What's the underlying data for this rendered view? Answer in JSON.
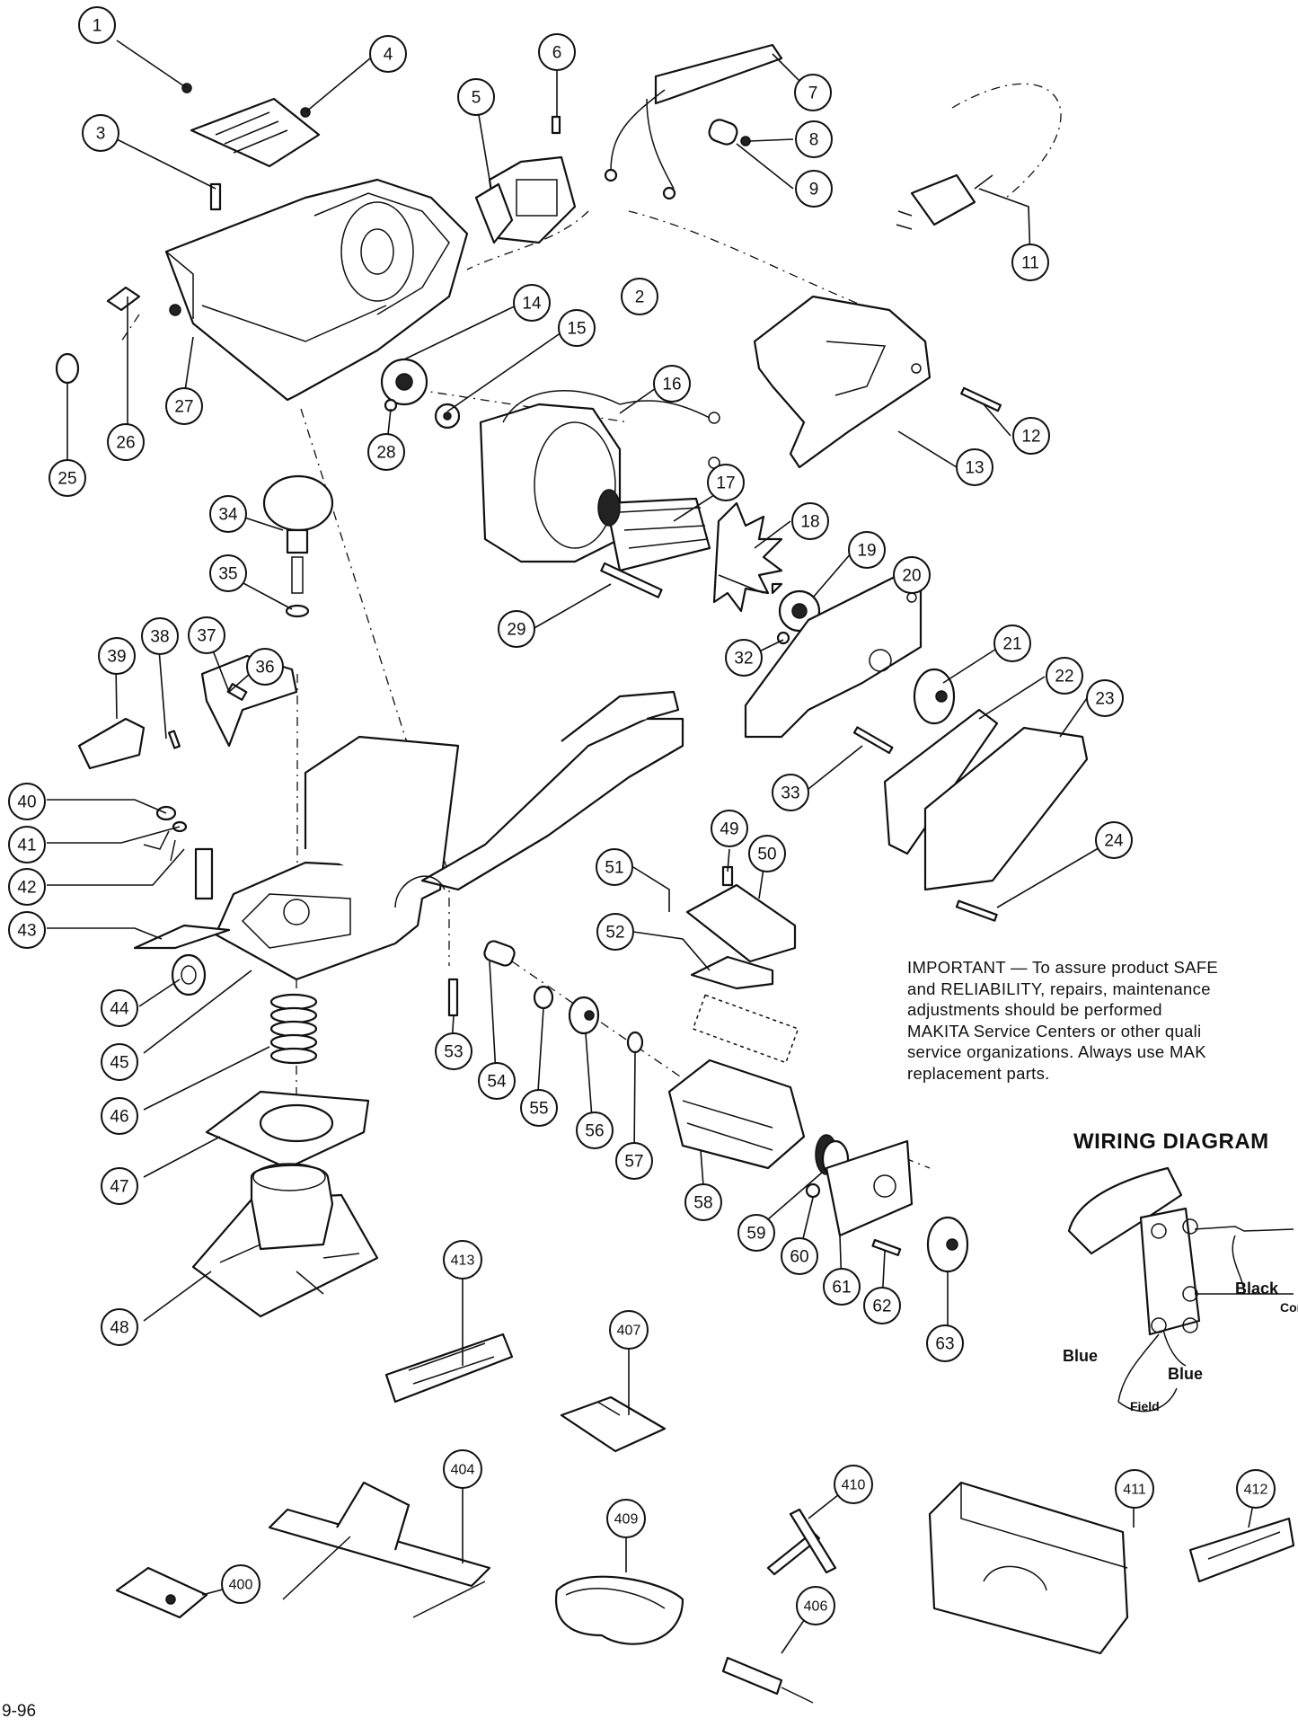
{
  "diagram": {
    "callouts": [
      "1",
      "2",
      "3",
      "4",
      "5",
      "6",
      "7",
      "8",
      "9",
      "11",
      "12",
      "13",
      "14",
      "15",
      "16",
      "17",
      "18",
      "19",
      "20",
      "21",
      "22",
      "23",
      "24",
      "25",
      "26",
      "27",
      "28",
      "29",
      "32",
      "33",
      "34",
      "35",
      "36",
      "37",
      "38",
      "39",
      "40",
      "41",
      "42",
      "43",
      "44",
      "45",
      "46",
      "47",
      "48",
      "49",
      "50",
      "51",
      "52",
      "53",
      "54",
      "55",
      "56",
      "57",
      "58",
      "59",
      "60",
      "61",
      "62",
      "63",
      "400",
      "404",
      "406",
      "407",
      "409",
      "410",
      "411",
      "412",
      "413"
    ]
  },
  "notice": {
    "lines": [
      "IMPORTANT — To assure product SAFE",
      "and RELIABILITY, repairs, maintenance",
      "adjustments should be performed",
      "MAKITA Service Centers or other quali",
      "service organizations. Always use MAK",
      "replacement parts."
    ]
  },
  "wiring": {
    "title": "WIRING DIAGRAM",
    "labels": [
      "Black",
      "Cor",
      "Blue",
      "Blue",
      "Field"
    ]
  },
  "footer": {
    "code": "9-96"
  }
}
